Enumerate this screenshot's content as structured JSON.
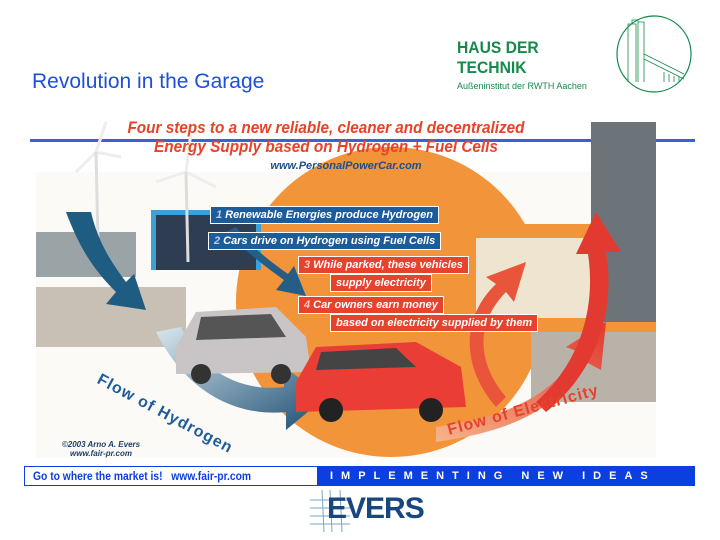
{
  "slide": {
    "title": "Revolution in the Garage"
  },
  "logo": {
    "line1": "HAUS DER",
    "line2": "TECHNIK",
    "subtitle": "Außeninstitut der RWTH Aachen"
  },
  "graphic": {
    "headline1": "Four steps to a new reliable, cleaner and decentralized",
    "headline2": "Energy Supply based on Hydrogen + Fuel Cells",
    "url": "www.PersonalPowerCar.com",
    "steps": [
      {
        "num": "1",
        "text": "Renewable Energies produce Hydrogen"
      },
      {
        "num": "2",
        "text": "Cars drive on Hydrogen using Fuel Cells"
      },
      {
        "num": "3",
        "text": "While parked, these vehicles",
        "text2": "supply electricity"
      },
      {
        "num": "4",
        "text": "Car owners earn money",
        "text2": "based on electricity supplied by them"
      }
    ],
    "flow_hydrogen": "Flow of Hydrogen",
    "flow_electricity": "Flow of Electricity",
    "copyright": "©2003 Arno A. Evers",
    "copyright_url": "www.fair-pr.com"
  },
  "footer": {
    "left": "Go to where the market is!   www.fair-pr.com",
    "right": "IMPLEMENTING NEW IDEAS",
    "brand": "EVERS"
  },
  "colors": {
    "accent_blue": "#1d4fd8",
    "green": "#158a4a",
    "orange": "#f2943a",
    "red": "#e6432c"
  }
}
